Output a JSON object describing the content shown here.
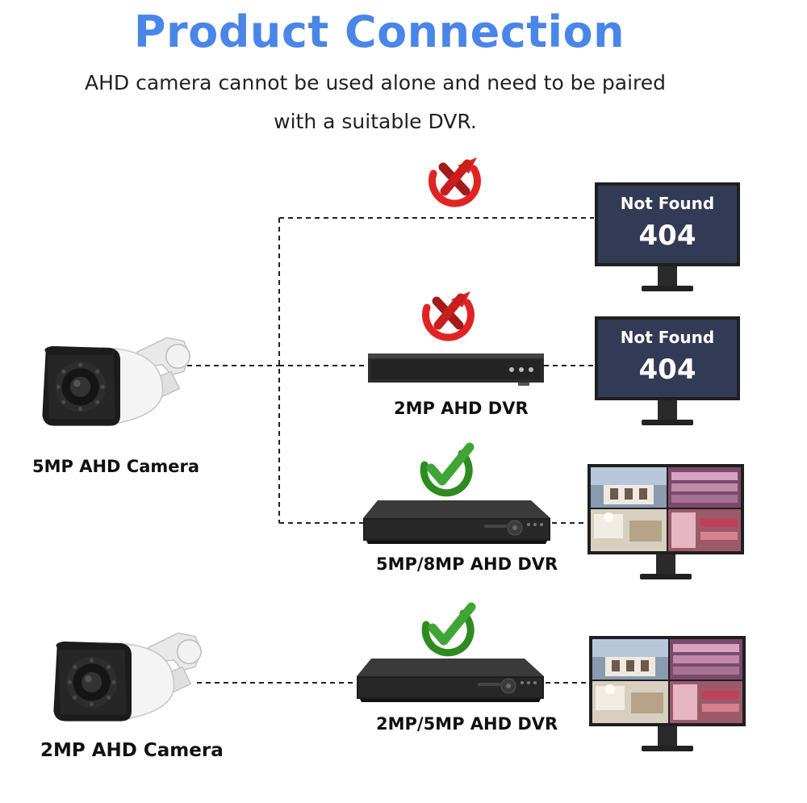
{
  "header": {
    "title": "Product Connection",
    "subtitle_line1": "AHD camera cannot be used alone and need to be paired",
    "subtitle_line2": "with a suitable DVR."
  },
  "cameras": [
    {
      "label": "5MP AHD  Camera"
    },
    {
      "label": "2MP AHD Camera"
    }
  ],
  "dvrs": [
    {
      "label": "2MP AHD DVR",
      "status": "incompatible"
    },
    {
      "label": "5MP/8MP AHD DVR",
      "status": "compatible"
    },
    {
      "label": "2MP/5MP AHD DVR",
      "status": "compatible"
    }
  ],
  "monitors": [
    {
      "text_line1": "Not Found",
      "text_line2": "404",
      "state": "no-signal"
    },
    {
      "text_line1": "Not Found",
      "text_line2": "404",
      "state": "no-signal"
    },
    {
      "state": "video"
    },
    {
      "state": "video"
    }
  ],
  "colors": {
    "title": "#4a86e8",
    "cross": "#e02424",
    "check": "#2e8b1f",
    "screen": "#333a56"
  },
  "icons": [
    "cross-icon",
    "check-icon",
    "camera-icon",
    "dvr-icon",
    "monitor-icon"
  ]
}
